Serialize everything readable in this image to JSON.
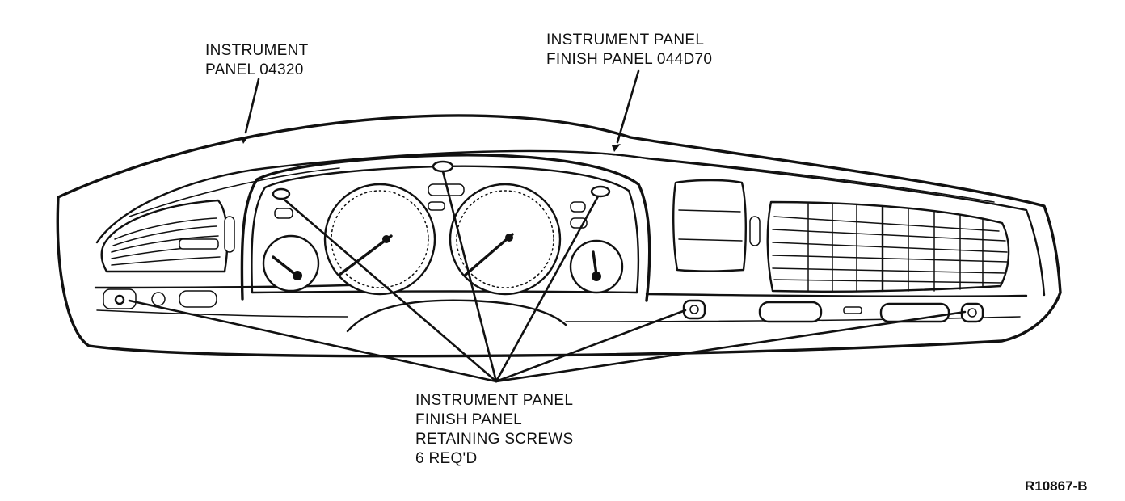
{
  "diagram": {
    "callouts": {
      "instrument_panel": {
        "lines": [
          "INSTRUMENT",
          "PANEL 04320"
        ]
      },
      "finish_panel": {
        "lines": [
          "INSTRUMENT PANEL",
          "FINISH PANEL 044D70"
        ]
      },
      "retaining_screws": {
        "lines": [
          "INSTRUMENT PANEL",
          "FINISH PANEL",
          "RETAINING SCREWS",
          "6 REQ'D"
        ]
      }
    },
    "figure_id": "R10867-B",
    "colors": {
      "ink": "#111111",
      "paper": "#ffffff"
    }
  }
}
